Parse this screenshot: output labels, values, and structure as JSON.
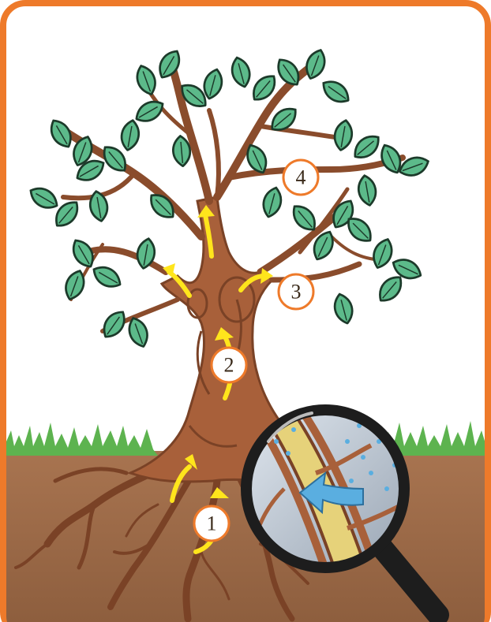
{
  "colors": {
    "frame": "#ee7a2a",
    "sky": "#ffffff",
    "soil": "#9c6b48",
    "soil_dark": "#6d4529",
    "grass": "#5db34f",
    "trunk": "#a8603a",
    "trunk_dark": "#7a4226",
    "trunk_light": "#c98356",
    "leaf": "#5cba8a",
    "leaf_dark": "#1c3a2a",
    "arrow": "#ffe51c",
    "badge_fill": "#ffffff",
    "badge_ring": "#ee7a2a",
    "lens_glass": "#b9c3cf",
    "lens_rim": "#1d1d1d",
    "water_arrow": "#5aaee0",
    "xylem": "#e6d27a"
  },
  "diagram": {
    "steps": [
      {
        "label": "1"
      },
      {
        "label": "2"
      },
      {
        "label": "3"
      },
      {
        "label": "4"
      }
    ],
    "icons": [
      "tree-illustration",
      "magnifier-icon",
      "water-flow-arrow-icon"
    ]
  }
}
